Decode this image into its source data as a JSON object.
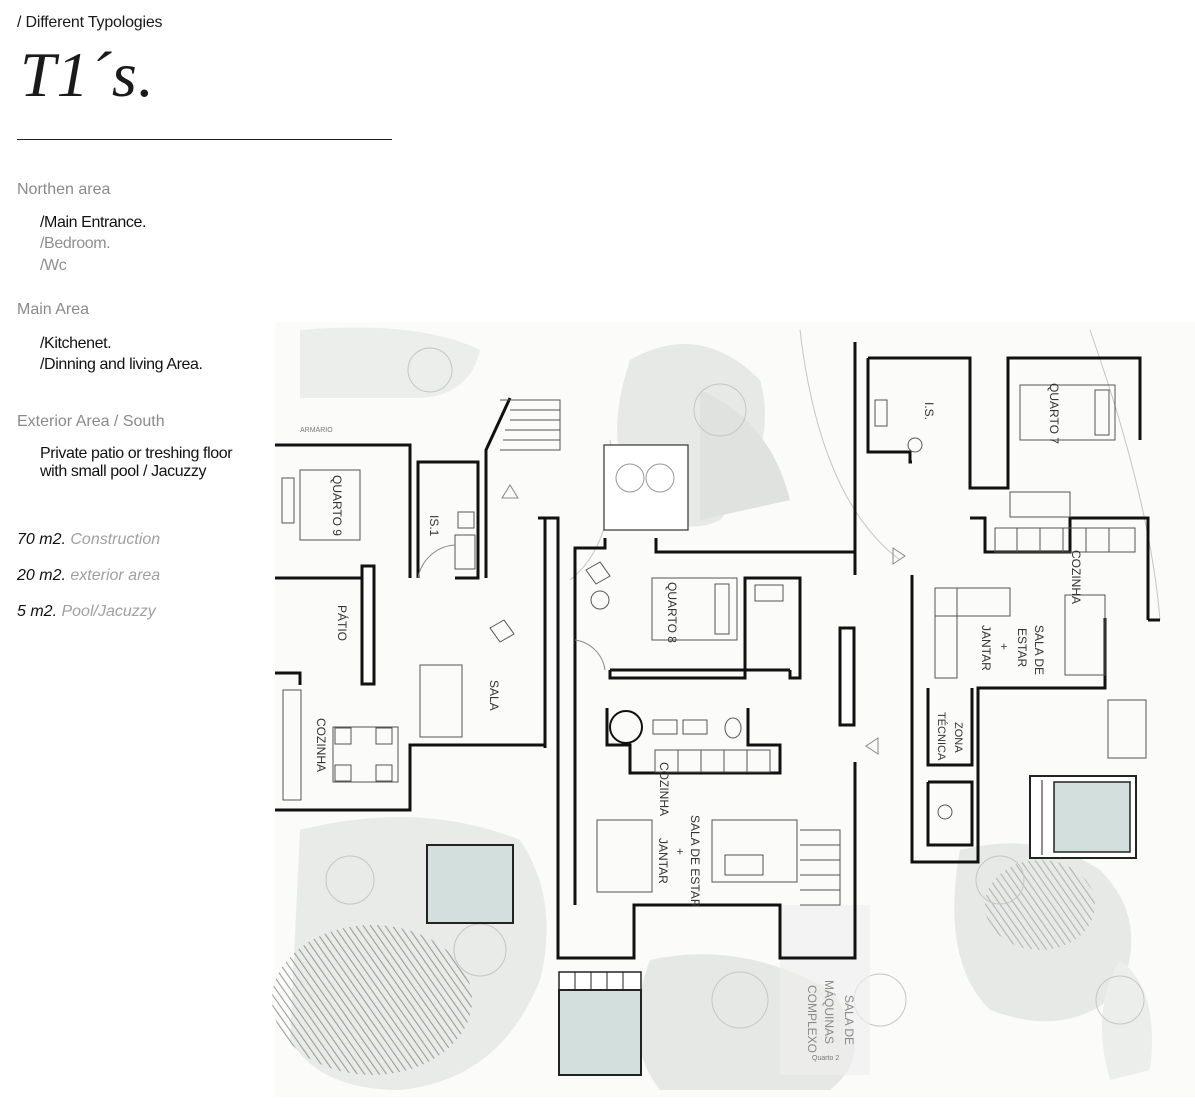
{
  "breadcrumb": "/ Different Typologies",
  "title": "T1´s.",
  "sections": [
    {
      "heading": "Northen area",
      "items": [
        {
          "text": "/Main Entrance.",
          "tone": "dark"
        },
        {
          "text": "/Bedroom.",
          "tone": "grey"
        },
        {
          "text": "/Wc",
          "tone": "grey"
        }
      ]
    },
    {
      "heading": "Main Area",
      "items": [
        {
          "text": "/Kitchenet.",
          "tone": "dark"
        },
        {
          "text": "/Dinning and living Area.",
          "tone": "dark"
        }
      ]
    },
    {
      "heading": "Exterior Area / South",
      "items": [
        {
          "text": "Private patio or treshing floor",
          "tone": "dark"
        },
        {
          "text": "with small pool / Jacuzzy",
          "tone": "dark"
        }
      ]
    }
  ],
  "stats": [
    {
      "value": "70 m2.",
      "label": "Construction"
    },
    {
      "value": "20 m2.",
      "label": "exterior area"
    },
    {
      "value": "5 m2.",
      "label": "Pool/Jacuzzy"
    }
  ],
  "plan_labels": {
    "armario": "ARMÁRIO",
    "quarto9": "QUARTO 9",
    "is1": "IS.1",
    "patio": "PÁTIO",
    "sala": "SALA",
    "cozinha_left": "COZINHA",
    "quarto8": "QUARTO 8",
    "cozinha_mid": "COZINHA",
    "sala_estar_mid_1": "SALA DE ESTAR",
    "sala_estar_mid_2": "+",
    "sala_estar_mid_3": "JANTAR",
    "is_right": "I.S.",
    "quarto7": "QUARTO 7",
    "cozinha_right": "COZINHA",
    "sala_estar_right_1": "SALA DE",
    "sala_estar_right_2": "ESTAR",
    "sala_estar_right_3": "+",
    "sala_estar_right_4": "JANTAR",
    "zona_tecnica_1": "ZONA",
    "zona_tecnica_2": "TÉCNICA",
    "maquinas_1": "SALA DE",
    "maquinas_2": "MÁQUINAS",
    "maquinas_3": "COMPLEXO",
    "quarto2": "Quarto 2"
  },
  "colors": {
    "wall": "#111111",
    "garden": "#e4e6e3",
    "pool": "#d2dedc",
    "hatch": "#9aa097"
  }
}
